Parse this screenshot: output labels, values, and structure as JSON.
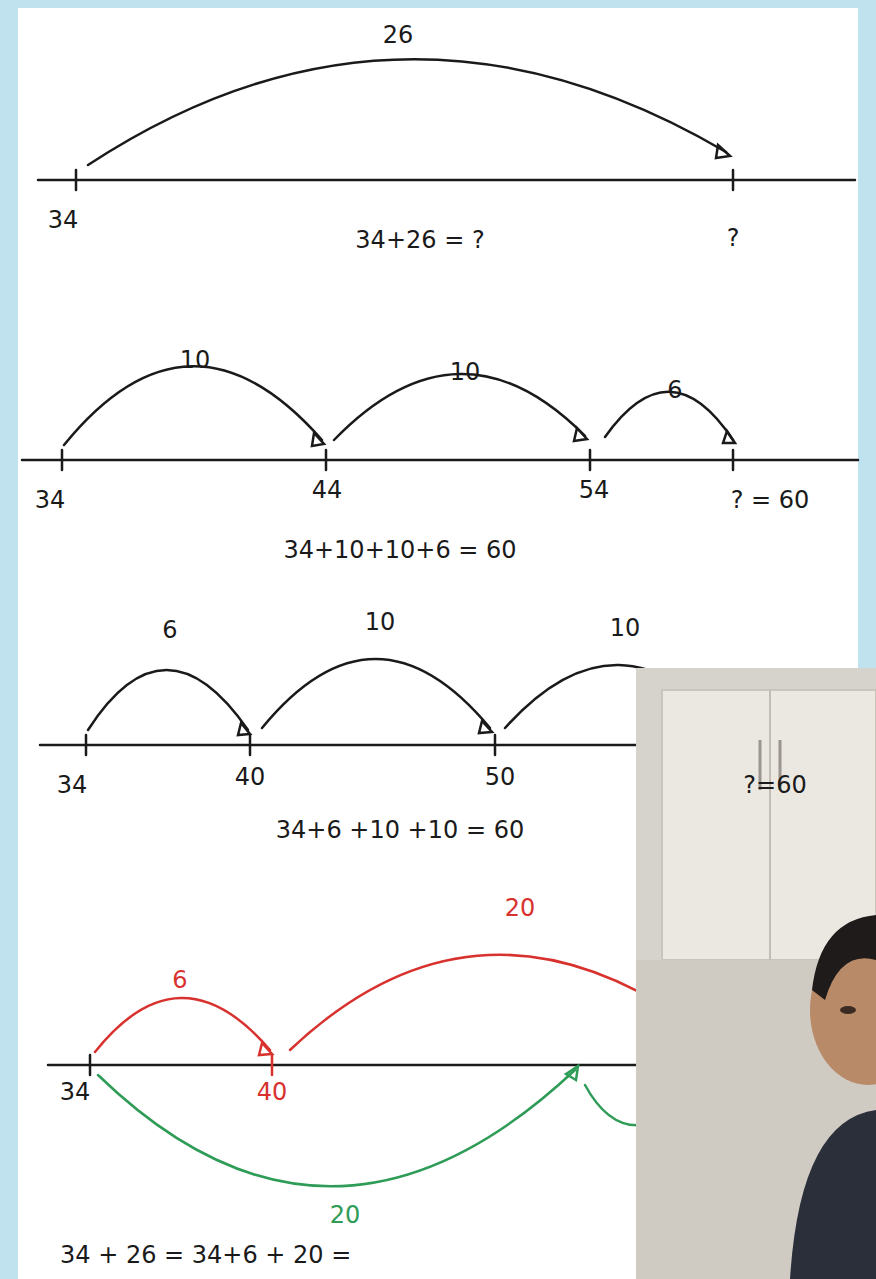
{
  "diagram": {
    "labels": [
      "26",
      "34",
      "34+26 = ?",
      "?",
      "10",
      "10",
      "6",
      "34",
      "44",
      "54",
      "? = 60",
      "34+10+10+6 = 60",
      "6",
      "10",
      "10",
      "34",
      "40",
      "50",
      "?=60",
      "34+6 +10 +10 = 60",
      "6",
      "20",
      "34",
      "40",
      "20",
      "34 + 26 = 34+6 + 20 ="
    ]
  }
}
